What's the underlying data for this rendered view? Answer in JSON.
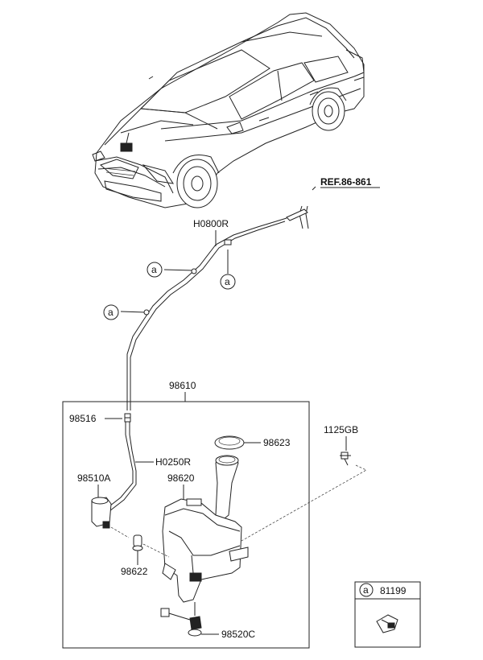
{
  "diagram": {
    "ref_label": "REF.86-861",
    "parts": {
      "hose_front": "H0800R",
      "reservoir_assembly": "98610",
      "check_valve": "98516",
      "hose_rear": "H0250R",
      "cap": "98623",
      "pump": "98510A",
      "reservoir": "98620",
      "grommet": "98622",
      "level_sensor": "98520C",
      "bolt": "1125GB"
    },
    "callout_letter": "a",
    "legend": {
      "letter": "a",
      "part": "81199"
    }
  }
}
